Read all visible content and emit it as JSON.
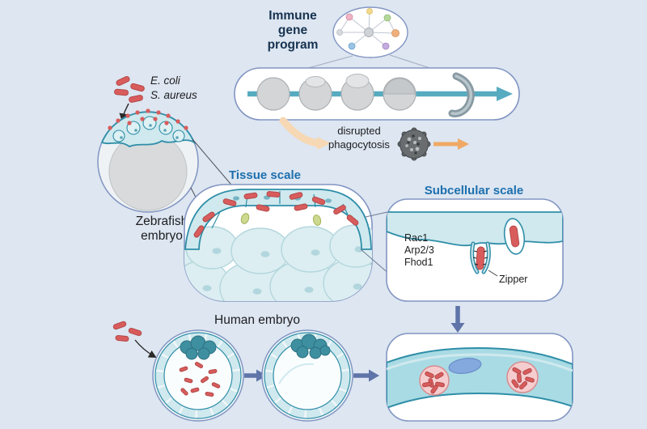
{
  "labels": {
    "pathogen_line1": "E. coli",
    "pathogen_line2": "S. aureus",
    "immune_line1": "Immune",
    "immune_line2": "gene",
    "immune_line3": "program",
    "zebrafish_line1": "Zebrafish",
    "zebrafish_line2": "embryo",
    "disrupted_line1": "disrupted",
    "disrupted_line2": "phagocytosis",
    "tissue_scale": "Tissue scale",
    "subcellular_scale": "Subcellular scale",
    "rac1": "Rac1",
    "arp23": "Arp2/3",
    "fhod1": "Fhod1",
    "zipper": "Zipper",
    "human_embryo": "Human embryo"
  },
  "colors": {
    "bg": "#dde6f1",
    "panelBorder": "#8295c2",
    "teal": "#2f8ea8",
    "tealLight": "#cfe9ee",
    "tealBand": "#a9dbe4",
    "tealDark": "#3e8fa0",
    "cellFill": "#dceef1",
    "cellStroke": "#b2d6dd",
    "red": "#d95c5c",
    "redDark": "#b24848",
    "pink": "#f6cdcf",
    "pinkStroke": "#d98a8e",
    "blueLabel": "#1d6fad",
    "navyText": "#16324f",
    "ink": "#1d1d1f",
    "slate": "#5f74a8",
    "orange": "#f0a964",
    "orangeLight": "#f7d8b4",
    "grayCell": "#d3d5d7",
    "grayStroke": "#aeb1b4",
    "arrowTeal": "#57abc0",
    "nucleusBlue": "#84a9de"
  }
}
